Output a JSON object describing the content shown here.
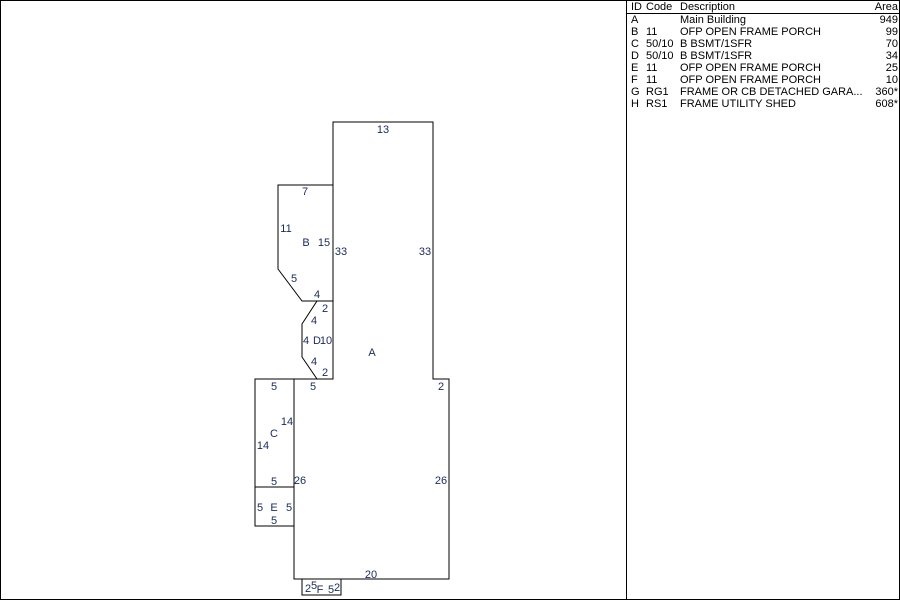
{
  "legend": {
    "headers": {
      "id": "ID",
      "code": "Code",
      "description": "Description",
      "area": "Area"
    },
    "rows": [
      {
        "id": "A",
        "code": "",
        "description": "Main Building",
        "area": "949"
      },
      {
        "id": "B",
        "code": "11",
        "description": "OFP   OPEN FRAME PORCH",
        "area": "99"
      },
      {
        "id": "C",
        "code": "50/10",
        "description": "B  BSMT/1SFR",
        "area": "70"
      },
      {
        "id": "D",
        "code": "50/10",
        "description": "B  BSMT/1SFR",
        "area": "34"
      },
      {
        "id": "E",
        "code": "11",
        "description": "OFP   OPEN FRAME PORCH",
        "area": "25"
      },
      {
        "id": "F",
        "code": "11",
        "description": "OFP   OPEN FRAME PORCH",
        "area": "10"
      },
      {
        "id": "G",
        "code": "RG1",
        "description": "FRAME OR CB DETACHED GARA...",
        "area": "360*"
      },
      {
        "id": "H",
        "code": "RS1",
        "description": "FRAME UTILITY SHED",
        "area": "608*"
      }
    ]
  },
  "sketch": {
    "labels": [
      {
        "t": "13"
      },
      {
        "t": "33"
      },
      {
        "t": "33"
      },
      {
        "t": "7"
      },
      {
        "t": "11"
      },
      {
        "t": "B"
      },
      {
        "t": "15"
      },
      {
        "t": "5"
      },
      {
        "t": "4"
      },
      {
        "t": "2"
      },
      {
        "t": "4"
      },
      {
        "t": "4"
      },
      {
        "t": "D"
      },
      {
        "t": "10"
      },
      {
        "t": "4"
      },
      {
        "t": "2"
      },
      {
        "t": "A"
      },
      {
        "t": "5"
      },
      {
        "t": "5"
      },
      {
        "t": "2"
      },
      {
        "t": "14"
      },
      {
        "t": "C"
      },
      {
        "t": "14"
      },
      {
        "t": "5"
      },
      {
        "t": "26"
      },
      {
        "t": "26"
      },
      {
        "t": "5"
      },
      {
        "t": "E"
      },
      {
        "t": "5"
      },
      {
        "t": "5"
      },
      {
        "t": "20"
      },
      {
        "t": "2"
      },
      {
        "t": "5"
      },
      {
        "t": "F"
      },
      {
        "t": "5"
      },
      {
        "t": "2"
      }
    ]
  }
}
